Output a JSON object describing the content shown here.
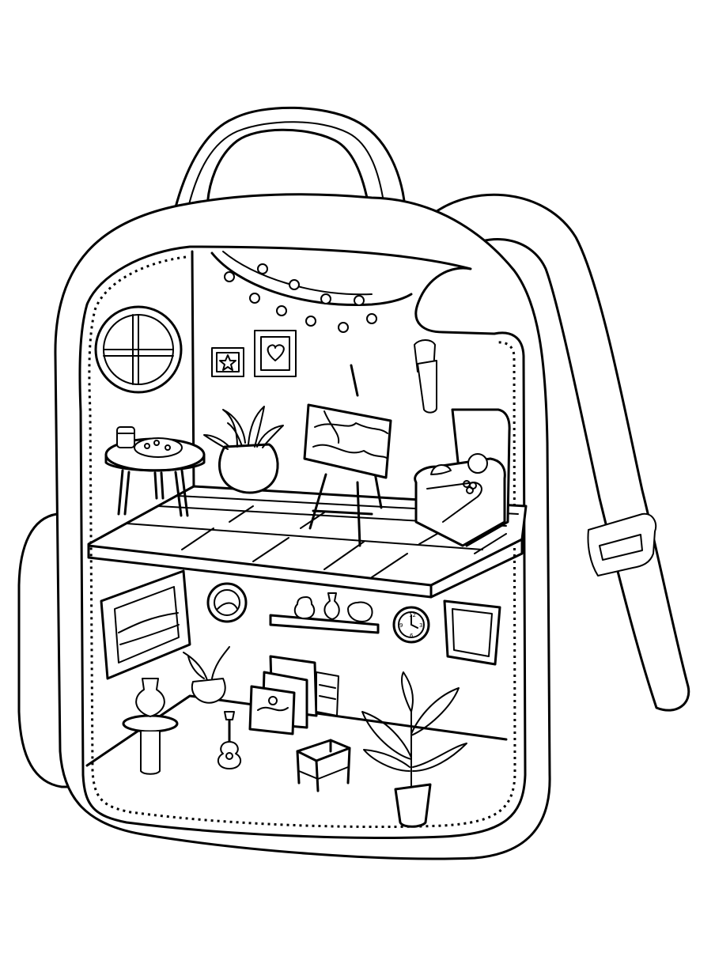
{
  "page": {
    "background": "#ffffff",
    "line_color": "#000000"
  },
  "clock_numerals": {
    "n12": "12",
    "n3": "3",
    "n6": "6",
    "n9": "9"
  }
}
